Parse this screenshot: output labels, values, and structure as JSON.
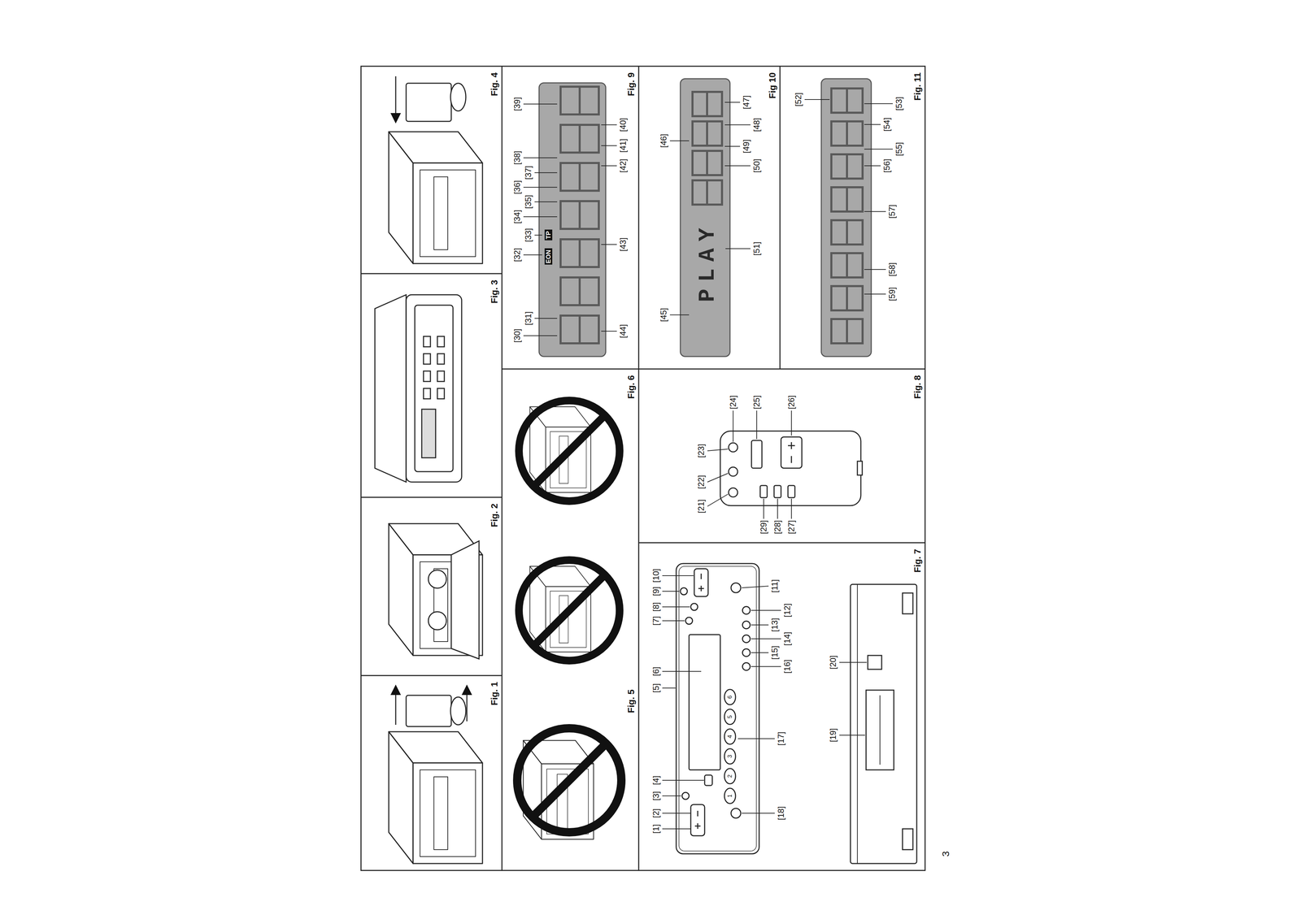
{
  "diagram": {
    "nodes": [
      {
        "text": [
          "Fig. 1"
        ]
      },
      {
        "text": [
          "Fig. 2"
        ]
      },
      {
        "text": [
          "Fig. 3"
        ]
      },
      {
        "text": [
          "Fig. 4"
        ]
      },
      {
        "text": [
          "Fig. 5"
        ]
      },
      {
        "text": [
          "Fig. 6"
        ]
      },
      {
        "text": [
          "Fig. 7"
        ]
      },
      {
        "text": [
          "Fig. 8"
        ]
      },
      {
        "text": [
          "Fig. 9"
        ]
      },
      {
        "text": [
          "Fig 10"
        ]
      },
      {
        "text": [
          "Fig. 11"
        ]
      }
    ],
    "labels": [
      "[1]",
      "[2]",
      "[3]",
      "[4]",
      "[5]",
      "[6]",
      "[7]",
      "[8]",
      "[9]",
      "[10]",
      "[11]",
      "[12]",
      "[13]",
      "[14]",
      "[15]",
      "[16]",
      "[17]",
      "[18]",
      "[19]",
      "[20]",
      "[21]",
      "[22]",
      "[23]",
      "[24]",
      "[25]",
      "[26]",
      "[27]",
      "[28]",
      "[29]",
      "[30]",
      "[31]",
      "[32]",
      "[33]",
      "[34]",
      "[35]",
      "[36]",
      "[37]",
      "[38]",
      "[39]",
      "[40]",
      "[41]",
      "[42]",
      "[43]",
      "[44]",
      "[45]",
      "[46]",
      "[47]",
      "[48]",
      "[49]",
      "[50]",
      "[51]",
      "[52]",
      "[53]",
      "[54]",
      "[55]",
      "[56]",
      "[57]",
      "[58]",
      "[59]",
      "1",
      "2",
      "3",
      "4",
      "5",
      "6",
      "EON",
      "TP",
      "PLAY",
      "3"
    ]
  }
}
